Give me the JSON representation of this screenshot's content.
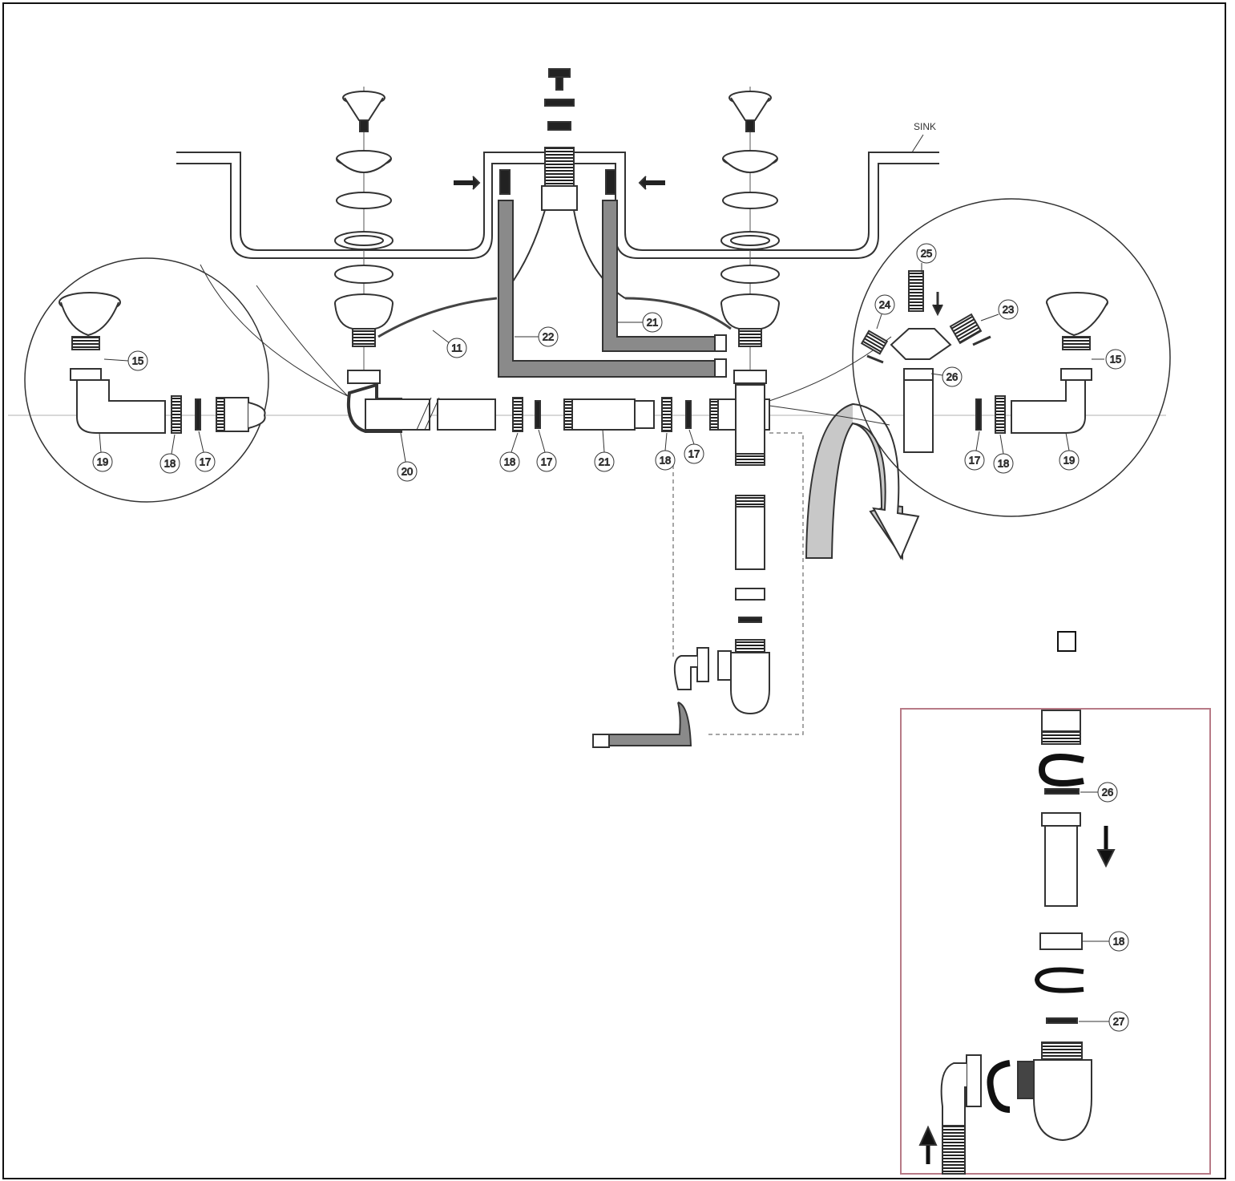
{
  "diagram": {
    "sink_label": "SINK",
    "callouts": {
      "overflow_hose_left": "11",
      "overflow_hose_right": "22",
      "overflow_hose_mid": "21",
      "pipe_long_left": "20",
      "pipe_mid": "21",
      "nut_a": "18",
      "washer_a": "17",
      "nut_b": "18",
      "washer_b": "17",
      "inset_left_strainer": "15",
      "inset_left_elbow": "19",
      "inset_left_nut": "18",
      "inset_left_washer": "17",
      "inset_right_strainer": "15",
      "inset_right_elbow": "19",
      "inset_right_nut": "18",
      "inset_right_washer": "17",
      "inset_right_top": "25",
      "inset_right_side_a": "24",
      "inset_right_side_b": "23",
      "inset_right_mid": "26",
      "box_washer_top": "26",
      "box_nut": "18",
      "box_washer_bottom": "27"
    }
  }
}
